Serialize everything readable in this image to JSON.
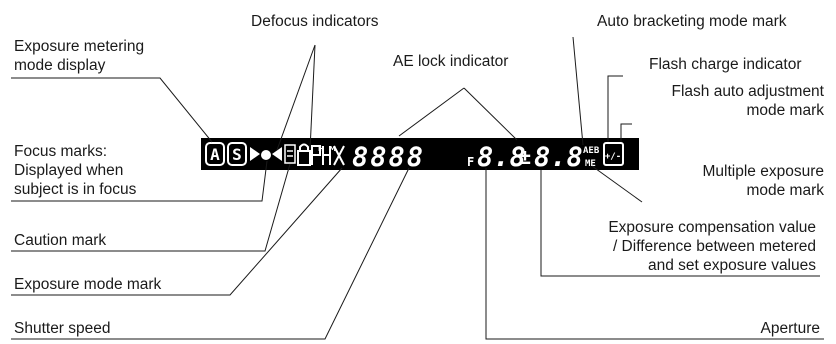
{
  "labels": {
    "defocus_indicators": "Defocus indicators",
    "exposure_metering_mode": [
      "Exposure metering",
      "mode display"
    ],
    "ae_lock_indicator": "AE lock indicator",
    "auto_bracketing_mode_mark": "Auto bracketing mode mark",
    "flash_charge_indicator": "Flash charge indicator",
    "flash_auto_adjustment_mode_mark": [
      "Flash auto adjustment",
      "mode mark"
    ],
    "focus_marks": [
      "Focus marks:",
      "Displayed when",
      "subject is in focus"
    ],
    "multiple_exposure_mode_mark": [
      "Multiple exposure",
      "mode mark"
    ],
    "exposure_compensation_value": [
      "Exposure compensation value",
      "/ Difference between metered",
      "and set exposure values"
    ],
    "caution_mark": "Caution mark",
    "exposure_mode_mark": "Exposure mode mark",
    "shutter_speed": "Shutter speed",
    "aperture": "Aperture"
  },
  "lcd": {
    "metering_a": "A",
    "metering_s": "S",
    "shutter_digits": "8888",
    "aperture_prefix": "F",
    "aperture_digits": "8.8",
    "comp_sign": "±",
    "comp_digits": "8.8",
    "aeb": "AEB",
    "me": "ME",
    "flash_mode": "+/-"
  },
  "colors": {
    "lcd_background": "#000000",
    "lcd_foreground": "#ffffff",
    "text": "#1a1a1a",
    "leader_line": "#1a1a1a"
  }
}
